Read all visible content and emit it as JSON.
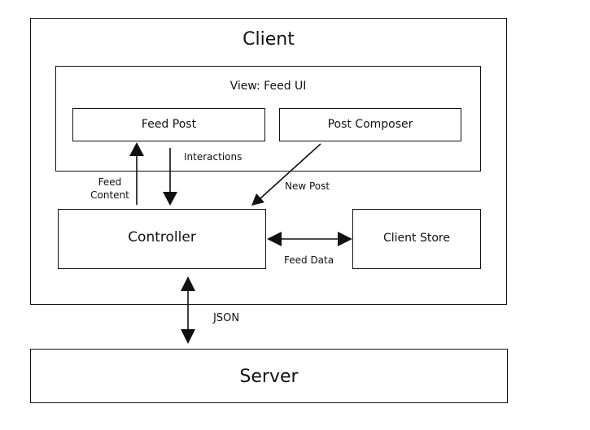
{
  "client": {
    "title": "Client"
  },
  "view": {
    "title": "View: Feed UI"
  },
  "feed_post": {
    "label": "Feed Post"
  },
  "post_composer": {
    "label": "Post Composer"
  },
  "controller": {
    "label": "Controller"
  },
  "client_store": {
    "label": "Client Store"
  },
  "server": {
    "label": "Server"
  },
  "edges": {
    "interactions": "Interactions",
    "feed_content_line1": "Feed",
    "feed_content_line2": "Content",
    "new_post": "New Post",
    "feed_data": "Feed Data",
    "json": "JSON"
  }
}
